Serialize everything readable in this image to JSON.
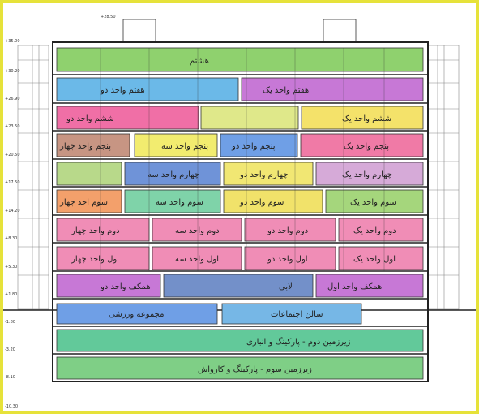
{
  "top_level": "+28.50",
  "level_marks": [
    {
      "id": "l0",
      "text": "+35.00"
    },
    {
      "id": "l1",
      "text": "+30.20"
    },
    {
      "id": "l2",
      "text": "+26.90"
    },
    {
      "id": "l3",
      "text": "+23.50"
    },
    {
      "id": "l4",
      "text": "+20.50"
    },
    {
      "id": "l5",
      "text": "+17.50"
    },
    {
      "id": "l6",
      "text": "+14.20"
    },
    {
      "id": "l7",
      "text": "+8.30"
    },
    {
      "id": "l8",
      "text": "+5.30"
    },
    {
      "id": "l9",
      "text": "+1.80"
    },
    {
      "id": "l10",
      "text": "-1.80"
    },
    {
      "id": "l11",
      "text": "-3.20"
    },
    {
      "id": "l12",
      "text": "-8.10"
    },
    {
      "id": "l13",
      "text": "-10.30"
    }
  ],
  "zones": [
    {
      "id": "z1",
      "label": "هشتم",
      "color": "#8fd16e"
    },
    {
      "id": "z2",
      "label": "هفتم واحد دو",
      "color": "#6bb9e8"
    },
    {
      "id": "z3",
      "label": "هفتم واحد یک",
      "color": "#c778d6"
    },
    {
      "id": "z4",
      "label": "ششم واحد دو",
      "color": "#f06fa6"
    },
    {
      "id": "z5",
      "label": "ششم واحد یک",
      "color": "#f4e26a"
    },
    {
      "id": "z6",
      "label": "پنجم واحد چهار",
      "color": "#c79583"
    },
    {
      "id": "z7",
      "label": "پنجم واحد سه",
      "color": "#f2ec6f"
    },
    {
      "id": "z8",
      "label": "پنجم واحد دو",
      "color": "#6f9fe6"
    },
    {
      "id": "z9",
      "label": "پنجم واحد یک",
      "color": "#f07aa6"
    },
    {
      "id": "z10",
      "label": "چهارم واحد سه",
      "color": "#6f93d8"
    },
    {
      "id": "z11",
      "label": "چهارم واحد دو",
      "color": "#f1e773"
    },
    {
      "id": "z12",
      "label": "چهارم واحد یک",
      "color": "#d6aad8"
    },
    {
      "id": "z13",
      "label": "سوم احد چهار",
      "color": "#f3a06b"
    },
    {
      "id": "z14",
      "label": "سوم واحد سه",
      "color": "#7fd3a9"
    },
    {
      "id": "z15",
      "label": "سوم واحد دو",
      "color": "#f1e26a"
    },
    {
      "id": "z16",
      "label": "سوم واحد یک",
      "color": "#a5d67c"
    },
    {
      "id": "z17",
      "label": "دوم واحد چهار",
      "color": "#f08db6"
    },
    {
      "id": "z18",
      "label": "دوم واحد سه",
      "color": "#f08db6"
    },
    {
      "id": "z19",
      "label": "دوم واحد دو",
      "color": "#f08db6"
    },
    {
      "id": "z20",
      "label": "دوم واحد یک",
      "color": "#f08db6"
    },
    {
      "id": "z21",
      "label": "اول واحد چهار",
      "color": "#f08db6"
    },
    {
      "id": "z22",
      "label": "اول واحد سه",
      "color": "#f08db6"
    },
    {
      "id": "z23",
      "label": "اول واحد دو",
      "color": "#f08db6"
    },
    {
      "id": "z24",
      "label": "اول واحد یک",
      "color": "#f08db6"
    },
    {
      "id": "z25",
      "label": "همکف واحد دو",
      "color": "#c778d6"
    },
    {
      "id": "z26",
      "label": "لابی",
      "color": "#7390c9"
    },
    {
      "id": "z27",
      "label": "همکف واحد اول",
      "color": "#c778d6"
    },
    {
      "id": "z28",
      "label": "مجموعه ورزشی",
      "color": "#6f9fe6"
    },
    {
      "id": "z29",
      "label": "سالن اجتماعات",
      "color": "#76b7e6"
    },
    {
      "id": "z30",
      "label": "زیرزمین دوم - پارکینگ و انباری",
      "color": "#62c99a"
    },
    {
      "id": "z31",
      "label": "زیرزمین سوم - پارکینگ و کارواش",
      "color": "#7fcf86"
    }
  ]
}
